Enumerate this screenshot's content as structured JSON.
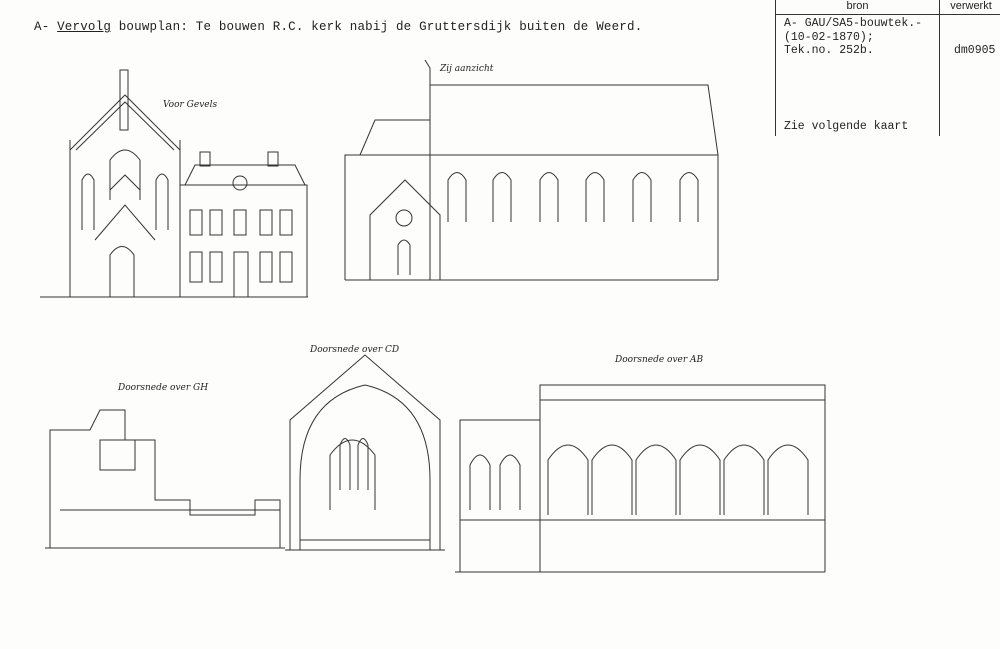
{
  "title": {
    "prefix": "A- ",
    "underlined": "Vervolg",
    "rest": " bouwplan: Te bouwen R.C. kerk nabij de Gruttersdijk buiten de Weerd."
  },
  "table": {
    "header_bron": "bron",
    "header_verwerkt": "verwerkt",
    "bron_text": "A- GAU/SA5-bouwtek.-\n(10-02-1870);\nTek.no. 252b.",
    "verwerkt": "dm0905",
    "note": "Zie volgende kaart"
  },
  "drawings": {
    "front": "Voor Gevels",
    "side": "Zij aanzicht",
    "section_gh": "Doorsnede over GH",
    "section_cd": "Doorsnede over CD",
    "section_ab": "Doorsnede over AB"
  }
}
